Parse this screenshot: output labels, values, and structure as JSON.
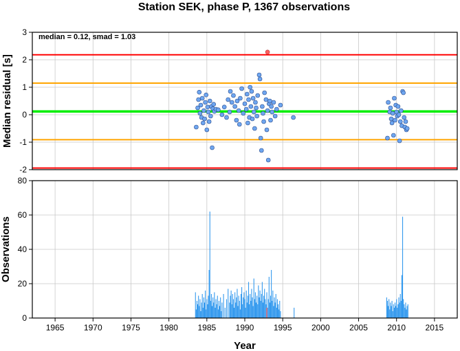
{
  "chart_data": [
    {
      "type": "scatter",
      "title": "Station SEK, phase P, 1367 observations",
      "ylabel": "Median residual [s]",
      "annotation": "median = 0.12, smad = 1.03",
      "xlim": [
        1962,
        2018
      ],
      "ylim": [
        -2,
        3
      ],
      "yticks": [
        -2,
        -1,
        0,
        1,
        2,
        3
      ],
      "grid": true,
      "reference_lines": [
        {
          "name": "median",
          "y": 0.12,
          "color": "#00ee00"
        },
        {
          "name": "median+smad",
          "y": 1.15,
          "color": "#ffa500"
        },
        {
          "name": "median-smad",
          "y": -0.91,
          "color": "#ffa500"
        },
        {
          "name": "median+2smad",
          "y": 2.18,
          "color": "#ff0000"
        },
        {
          "name": "median-2smad",
          "y": -1.94,
          "color": "#ff0000"
        }
      ],
      "points": [
        [
          1983.6,
          -0.45
        ],
        [
          1983.8,
          0.25
        ],
        [
          1983.9,
          0.55
        ],
        [
          1984.0,
          0.82
        ],
        [
          1984.1,
          0.05
        ],
        [
          1984.2,
          0.35
        ],
        [
          1984.3,
          -0.1
        ],
        [
          1984.4,
          0.6
        ],
        [
          1984.5,
          -0.3
        ],
        [
          1984.6,
          0.15
        ],
        [
          1984.7,
          -0.15
        ],
        [
          1984.8,
          0.45
        ],
        [
          1984.9,
          0.72
        ],
        [
          1985.0,
          -0.55
        ],
        [
          1985.1,
          0.28
        ],
        [
          1985.2,
          0.1
        ],
        [
          1985.3,
          -0.25
        ],
        [
          1985.4,
          0.5
        ],
        [
          1985.5,
          -0.05
        ],
        [
          1985.6,
          0.3
        ],
        [
          1985.7,
          -1.2
        ],
        [
          1985.8,
          0.22
        ],
        [
          1985.9,
          0.38
        ],
        [
          1986.0,
          0.12
        ],
        [
          1986.2,
          0.2
        ],
        [
          1986.5,
          0.18
        ],
        [
          1987.0,
          0.0
        ],
        [
          1987.3,
          0.28
        ],
        [
          1987.6,
          -0.1
        ],
        [
          1987.8,
          0.55
        ],
        [
          1988.0,
          0.1
        ],
        [
          1988.1,
          0.85
        ],
        [
          1988.3,
          0.45
        ],
        [
          1988.5,
          0.7
        ],
        [
          1988.7,
          0.3
        ],
        [
          1988.9,
          -0.2
        ],
        [
          1989.0,
          0.5
        ],
        [
          1989.2,
          0.15
        ],
        [
          1989.3,
          -0.35
        ],
        [
          1989.4,
          0.6
        ],
        [
          1989.6,
          0.95
        ],
        [
          1989.8,
          0.05
        ],
        [
          1990.0,
          0.4
        ],
        [
          1990.2,
          0.2
        ],
        [
          1990.3,
          0.75
        ],
        [
          1990.4,
          -0.3
        ],
        [
          1990.5,
          0.55
        ],
        [
          1990.6,
          -0.1
        ],
        [
          1990.7,
          1.0
        ],
        [
          1990.8,
          0.3
        ],
        [
          1990.9,
          0.85
        ],
        [
          1991.0,
          -0.15
        ],
        [
          1991.1,
          0.6
        ],
        [
          1991.2,
          0.1
        ],
        [
          1991.3,
          -0.5
        ],
        [
          1991.4,
          0.45
        ],
        [
          1991.5,
          0.25
        ],
        [
          1991.6,
          -0.05
        ],
        [
          1991.7,
          0.7
        ],
        [
          1991.9,
          1.45
        ],
        [
          1992.0,
          1.3
        ],
        [
          1992.1,
          -0.85
        ],
        [
          1992.2,
          -1.3
        ],
        [
          1992.3,
          0.3
        ],
        [
          1992.4,
          0.05
        ],
        [
          1992.5,
          -0.25
        ],
        [
          1992.6,
          0.8
        ],
        [
          1992.8,
          0.55
        ],
        [
          1992.9,
          -0.55
        ],
        [
          1993.0,
          0.15
        ],
        [
          1993.1,
          -1.65
        ],
        [
          1993.2,
          0.4
        ],
        [
          1993.3,
          0.5
        ],
        [
          1993.4,
          -0.2
        ],
        [
          1993.5,
          0.3
        ],
        [
          1993.6,
          0.1
        ],
        [
          1993.8,
          0.45
        ],
        [
          1994.0,
          -0.05
        ],
        [
          1994.2,
          0.2
        ],
        [
          1994.7,
          0.35
        ],
        [
          1996.4,
          -0.1
        ],
        [
          2008.8,
          -0.85
        ],
        [
          2008.9,
          0.45
        ],
        [
          2009.1,
          0.1
        ],
        [
          2009.2,
          0.25
        ],
        [
          2009.3,
          -0.15
        ],
        [
          2009.4,
          -0.3
        ],
        [
          2009.5,
          0.05
        ],
        [
          2009.6,
          -0.75
        ],
        [
          2009.7,
          0.6
        ],
        [
          2009.8,
          -0.2
        ],
        [
          2009.9,
          0.35
        ],
        [
          2010.0,
          0.1
        ],
        [
          2010.1,
          -0.05
        ],
        [
          2010.2,
          0.3
        ],
        [
          2010.3,
          0.0
        ],
        [
          2010.4,
          -0.95
        ],
        [
          2010.5,
          -0.25
        ],
        [
          2010.6,
          0.15
        ],
        [
          2010.7,
          -0.4
        ],
        [
          2010.8,
          0.85
        ],
        [
          2010.9,
          0.8
        ],
        [
          2011.0,
          -0.1
        ],
        [
          2011.1,
          -0.45
        ],
        [
          2011.2,
          -0.25
        ],
        [
          2011.3,
          -0.55
        ],
        [
          2011.4,
          -0.5
        ]
      ],
      "point_color": "#6ea6f0",
      "outliers": [
        [
          1993.0,
          2.28
        ]
      ],
      "outlier_color": "#ff6060"
    },
    {
      "type": "bar",
      "xlabel": "Year",
      "ylabel": "Observations",
      "xlim": [
        1962,
        2018
      ],
      "ylim": [
        0,
        80
      ],
      "xticks": [
        1965,
        1970,
        1975,
        1980,
        1985,
        1990,
        1995,
        2000,
        2005,
        2010,
        2015
      ],
      "yticks": [
        0,
        20,
        40,
        60,
        80
      ],
      "grid": true,
      "bar_color": "#3399ee",
      "highlight_color": "#ff6060",
      "bars": [
        [
          1983.5,
          15
        ],
        [
          1983.6,
          5
        ],
        [
          1983.7,
          10
        ],
        [
          1983.8,
          8
        ],
        [
          1983.9,
          13
        ],
        [
          1984.0,
          7
        ],
        [
          1984.1,
          11
        ],
        [
          1984.2,
          4
        ],
        [
          1984.3,
          9
        ],
        [
          1984.4,
          14
        ],
        [
          1984.5,
          6
        ],
        [
          1984.6,
          12
        ],
        [
          1984.7,
          9
        ],
        [
          1984.8,
          16
        ],
        [
          1984.9,
          5
        ],
        [
          1985.0,
          11
        ],
        [
          1985.1,
          8
        ],
        [
          1985.2,
          13
        ],
        [
          1985.3,
          28
        ],
        [
          1985.4,
          62
        ],
        [
          1985.5,
          10
        ],
        [
          1985.6,
          14
        ],
        [
          1985.7,
          7
        ],
        [
          1985.8,
          12
        ],
        [
          1985.9,
          9
        ],
        [
          1986.0,
          15
        ],
        [
          1986.1,
          6
        ],
        [
          1986.2,
          11
        ],
        [
          1986.3,
          8
        ],
        [
          1986.4,
          13
        ],
        [
          1986.5,
          5
        ],
        [
          1986.6,
          10
        ],
        [
          1986.7,
          7
        ],
        [
          1986.8,
          12
        ],
        [
          1986.9,
          4
        ],
        [
          1987.0,
          9
        ],
        [
          1987.2,
          14
        ],
        [
          1987.4,
          6
        ],
        [
          1987.6,
          11
        ],
        [
          1987.8,
          17
        ],
        [
          1988.0,
          9
        ],
        [
          1988.1,
          13
        ],
        [
          1988.2,
          16
        ],
        [
          1988.3,
          8
        ],
        [
          1988.4,
          14
        ],
        [
          1988.5,
          11
        ],
        [
          1988.6,
          6
        ],
        [
          1988.7,
          15
        ],
        [
          1988.8,
          9
        ],
        [
          1988.9,
          12
        ],
        [
          1989.0,
          17
        ],
        [
          1989.1,
          7
        ],
        [
          1989.2,
          13
        ],
        [
          1989.3,
          10
        ],
        [
          1989.4,
          5
        ],
        [
          1989.5,
          14
        ],
        [
          1989.6,
          18
        ],
        [
          1989.7,
          8
        ],
        [
          1989.8,
          12
        ],
        [
          1989.9,
          15
        ],
        [
          1990.0,
          11
        ],
        [
          1990.1,
          6
        ],
        [
          1990.2,
          16
        ],
        [
          1990.3,
          9
        ],
        [
          1990.4,
          13
        ],
        [
          1990.5,
          21
        ],
        [
          1990.6,
          8
        ],
        [
          1990.7,
          14
        ],
        [
          1990.8,
          10
        ],
        [
          1990.9,
          17
        ],
        [
          1991.0,
          12
        ],
        [
          1991.1,
          7
        ],
        [
          1991.2,
          23
        ],
        [
          1991.3,
          11
        ],
        [
          1991.4,
          15
        ],
        [
          1991.5,
          9
        ],
        [
          1991.6,
          13
        ],
        [
          1991.7,
          8
        ],
        [
          1991.8,
          19
        ],
        [
          1991.9,
          12
        ],
        [
          1992.0,
          16
        ],
        [
          1992.1,
          10
        ],
        [
          1992.2,
          14
        ],
        [
          1992.3,
          21
        ],
        [
          1992.4,
          9
        ],
        [
          1992.5,
          13
        ],
        [
          1992.6,
          17
        ],
        [
          1992.7,
          11
        ],
        [
          1992.8,
          8
        ],
        [
          1992.9,
          15
        ],
        [
          1993.0,
          6
        ],
        [
          1993.1,
          11
        ],
        [
          1993.2,
          24
        ],
        [
          1993.3,
          9
        ],
        [
          1993.4,
          13
        ],
        [
          1993.5,
          28
        ],
        [
          1993.6,
          10
        ],
        [
          1993.7,
          16
        ],
        [
          1993.8,
          7
        ],
        [
          1993.9,
          12
        ],
        [
          1994.0,
          9
        ],
        [
          1994.1,
          14
        ],
        [
          1994.2,
          6
        ],
        [
          1994.3,
          11
        ],
        [
          1994.4,
          8
        ],
        [
          1994.5,
          5
        ],
        [
          1994.6,
          10
        ],
        [
          1994.7,
          4
        ],
        [
          1996.5,
          6
        ],
        [
          2008.7,
          12
        ],
        [
          2008.8,
          10
        ],
        [
          2008.9,
          7
        ],
        [
          2009.0,
          11
        ],
        [
          2009.1,
          5
        ],
        [
          2009.2,
          9
        ],
        [
          2009.3,
          7
        ],
        [
          2009.4,
          10
        ],
        [
          2009.5,
          4
        ],
        [
          2009.6,
          8
        ],
        [
          2009.7,
          6
        ],
        [
          2009.8,
          9
        ],
        [
          2009.9,
          7
        ],
        [
          2010.0,
          11
        ],
        [
          2010.1,
          6
        ],
        [
          2010.2,
          8
        ],
        [
          2010.3,
          12
        ],
        [
          2010.4,
          9
        ],
        [
          2010.5,
          14
        ],
        [
          2010.6,
          10
        ],
        [
          2010.7,
          25
        ],
        [
          2010.8,
          59
        ],
        [
          2010.9,
          11
        ],
        [
          2011.0,
          8
        ],
        [
          2011.1,
          6
        ],
        [
          2011.2,
          9
        ],
        [
          2011.3,
          5
        ],
        [
          2011.4,
          7
        ],
        [
          2011.5,
          8
        ]
      ],
      "highlight_bars": [
        [
          1992.9,
          6
        ]
      ]
    }
  ]
}
